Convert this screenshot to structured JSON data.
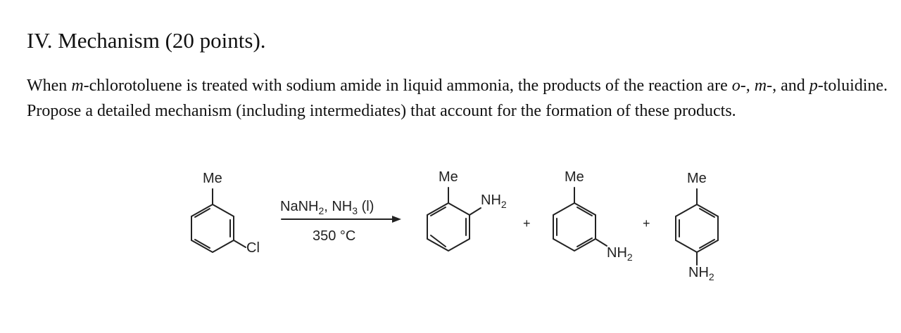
{
  "question": {
    "title": "IV. Mechanism (20 points).",
    "text_1": "When ",
    "text_m": "m",
    "text_2": "-chlorotoluene is treated with sodium amide in liquid ammonia, the products of the reaction are ",
    "text_o2": "o",
    "text_3": "-, ",
    "text_m2": "m",
    "text_4": "-, and ",
    "text_p": "p",
    "text_5": "-toluidine. Propose a detailed mechanism (including intermediates) that account for the formation of these products."
  },
  "scheme": {
    "reactant": {
      "top_label": "Me",
      "sub_label": "Cl"
    },
    "reagent": {
      "text_main": "NaNH",
      "sub_1": "2",
      "text_mid": ", NH",
      "sub_2": "3",
      "text_tail": " (l)"
    },
    "condition": "350 °C",
    "product_ortho": {
      "top_label": "Me",
      "amine_main": "NH",
      "amine_sub": "2"
    },
    "product_meta": {
      "top_label": "Me",
      "amine_main": "NH",
      "amine_sub": "2"
    },
    "product_para": {
      "top_label": "Me",
      "amine_main": "NH",
      "amine_sub": "2"
    },
    "plus_1": "+",
    "plus_2": "+"
  }
}
